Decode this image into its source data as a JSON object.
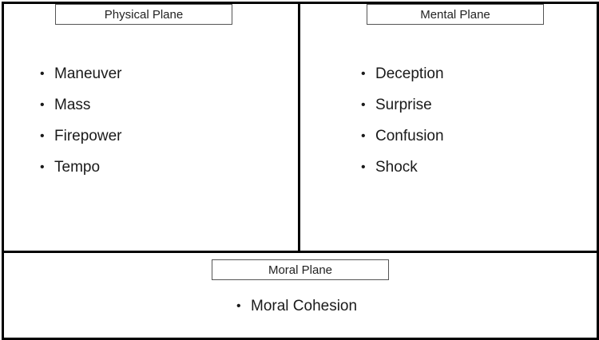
{
  "physical_plane": {
    "title": "Physical Plane",
    "items": [
      "Maneuver",
      "Mass",
      "Firepower",
      "Tempo"
    ]
  },
  "mental_plane": {
    "title": "Mental Plane",
    "items": [
      "Deception",
      "Surprise",
      "Confusion",
      "Shock"
    ]
  },
  "moral_plane": {
    "title": "Moral Plane",
    "items": [
      "Moral Cohesion"
    ]
  }
}
